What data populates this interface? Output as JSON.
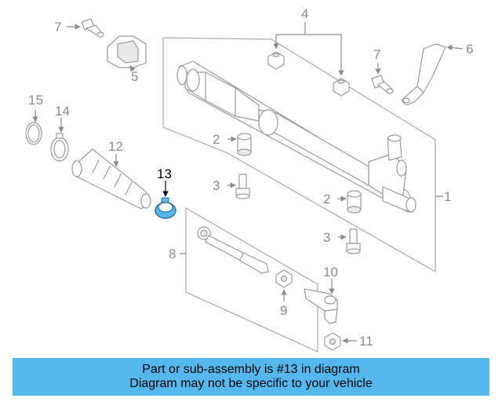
{
  "callouts": {
    "c1": "1",
    "c2a": "2",
    "c2b": "2",
    "c3a": "3",
    "c3b": "3",
    "c4": "4",
    "c5": "5",
    "c6": "6",
    "c7a": "7",
    "c7b": "7",
    "c8": "8",
    "c9": "9",
    "c10": "10",
    "c11": "11",
    "c12": "12",
    "c13": "13",
    "c14": "14",
    "c15": "15"
  },
  "highlight": {
    "part": "13",
    "color": "#54b7ee"
  },
  "banner": {
    "line1": "Part or sub-assembly is #13 in diagram",
    "line2": "Diagram may not be specific to your vehicle",
    "background": "#54b7ee"
  }
}
